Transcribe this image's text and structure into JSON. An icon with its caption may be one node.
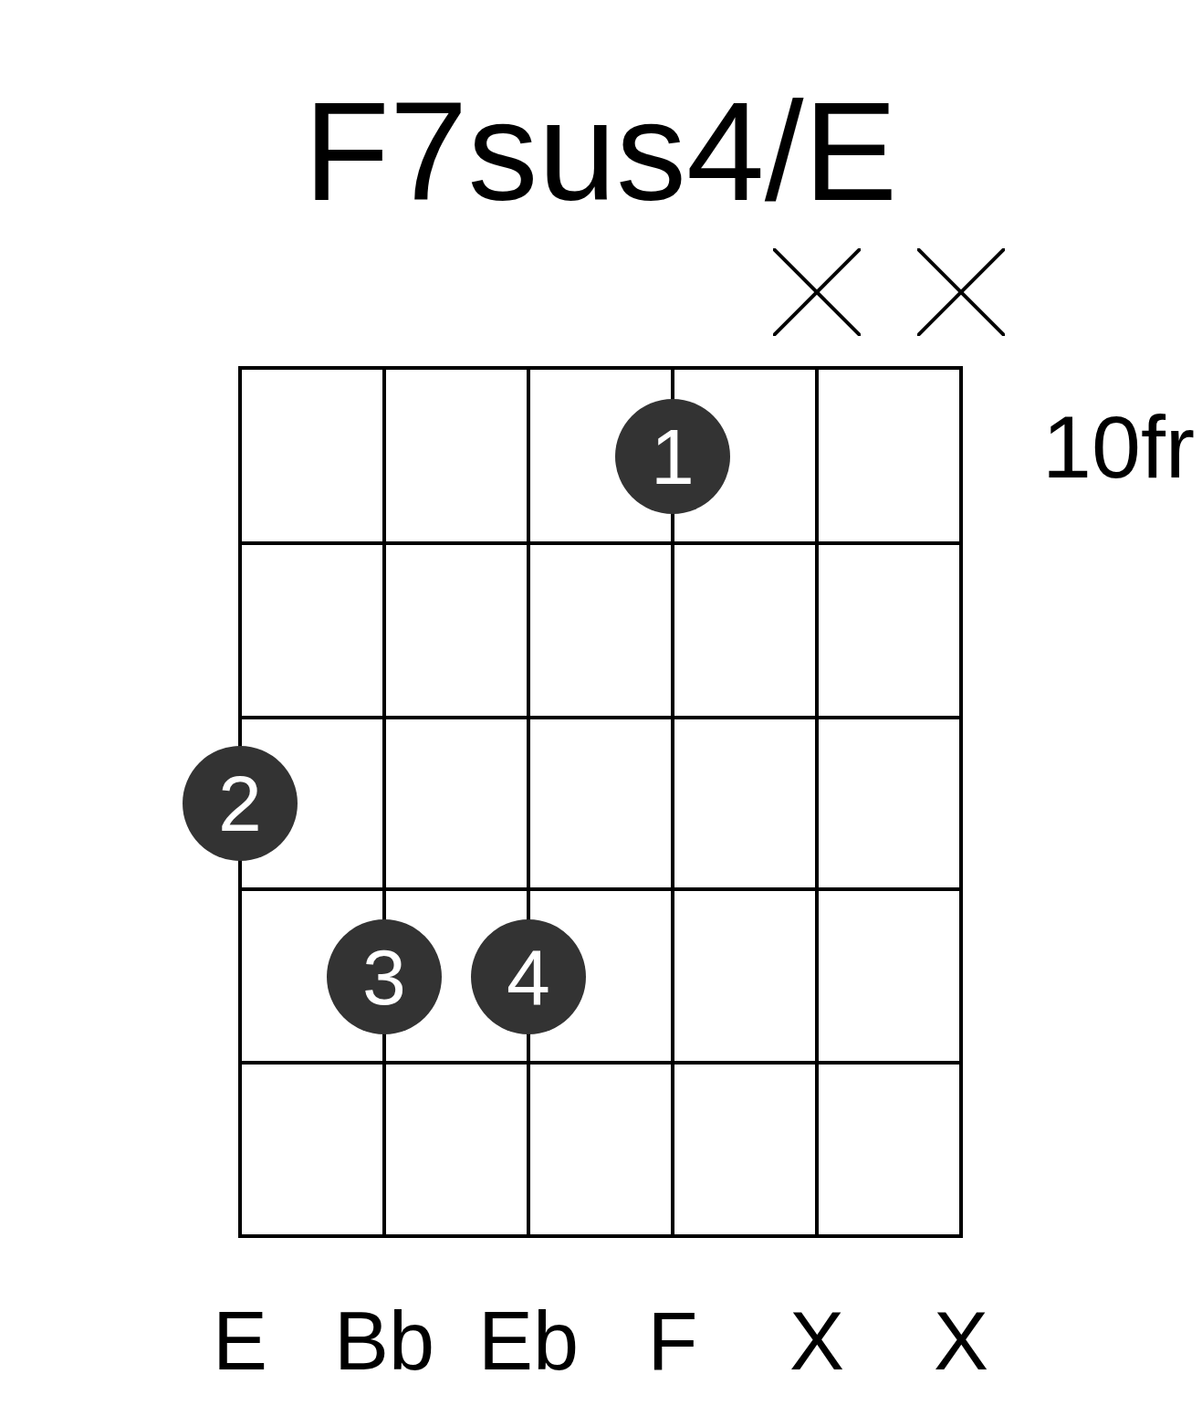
{
  "diagram": {
    "title": "F7sus4/E",
    "nodes": [
      {
        "text": [
          "1"
        ]
      },
      {
        "text": [
          "2"
        ]
      },
      {
        "text": [
          "3"
        ]
      },
      {
        "text": [
          "4"
        ]
      }
    ],
    "labels": [
      "10fr",
      "E",
      "Bb",
      "Eb",
      "F",
      "X",
      "X"
    ]
  }
}
